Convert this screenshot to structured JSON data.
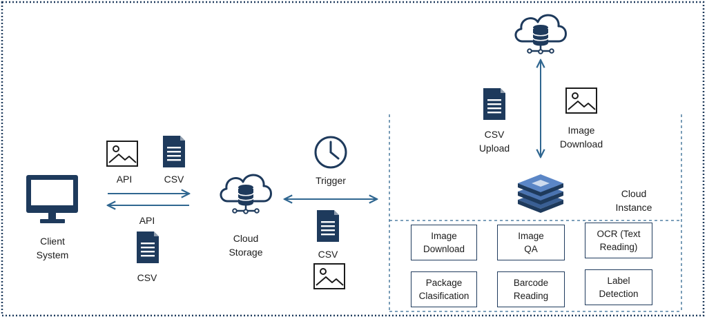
{
  "colors": {
    "navy": "#1e3a5c",
    "arrow": "#2f6690",
    "border": "#1e3a5c"
  },
  "left": {
    "client_label": "Client\nSystem",
    "api_top": "API",
    "csv_top": "CSV",
    "api_bottom": "API",
    "csv_bottom": "CSV"
  },
  "center": {
    "cloud_label": "Cloud\nStorage",
    "trigger_label": "Trigger",
    "csv_label": "CSV"
  },
  "right": {
    "csv_upload_label": "CSV\nUpload",
    "image_download_label": "Image\nDownload",
    "cloud_instance_label": "Cloud\nInstance",
    "tasks": [
      "Image\nDownload",
      "Image\nQA",
      "OCR (Text\nReading)",
      "Package\nClasification",
      "Barcode\nReading",
      "Label\nDetection"
    ]
  },
  "icons": [
    "monitor-icon",
    "image-icon",
    "document-icon",
    "cloud-storage-icon",
    "clock-icon",
    "server-icon"
  ]
}
